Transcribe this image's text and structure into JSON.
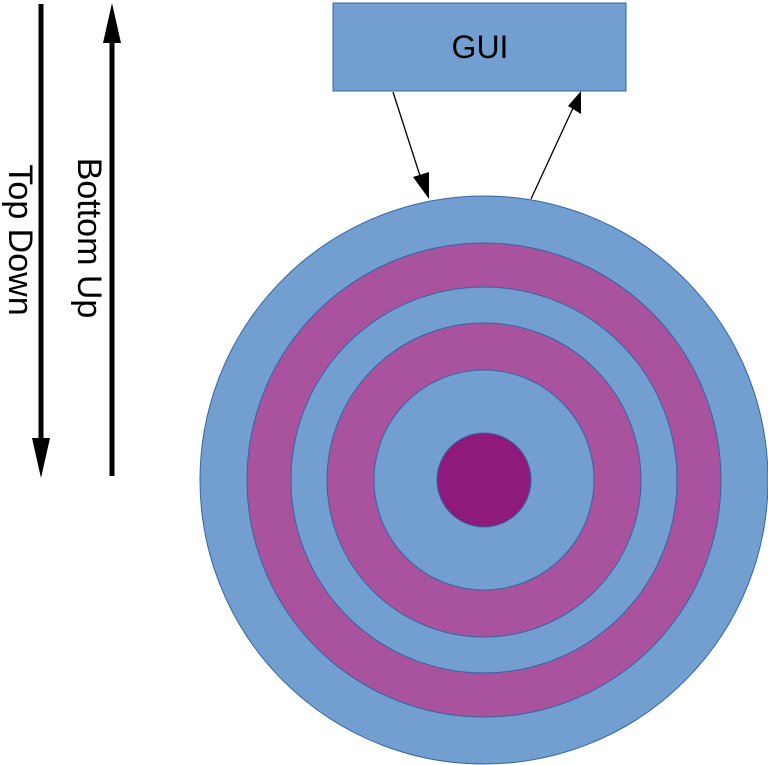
{
  "gui_box": {
    "label": "GUI"
  },
  "arrows": {
    "top_down_label": "Top Down",
    "bottom_up_label": "Bottom Up"
  },
  "colors": {
    "blue": "#729fcf",
    "blue_stroke": "#3465a4",
    "purple": "#a9539f",
    "core": "#8e1a7c",
    "line": "#000000"
  }
}
